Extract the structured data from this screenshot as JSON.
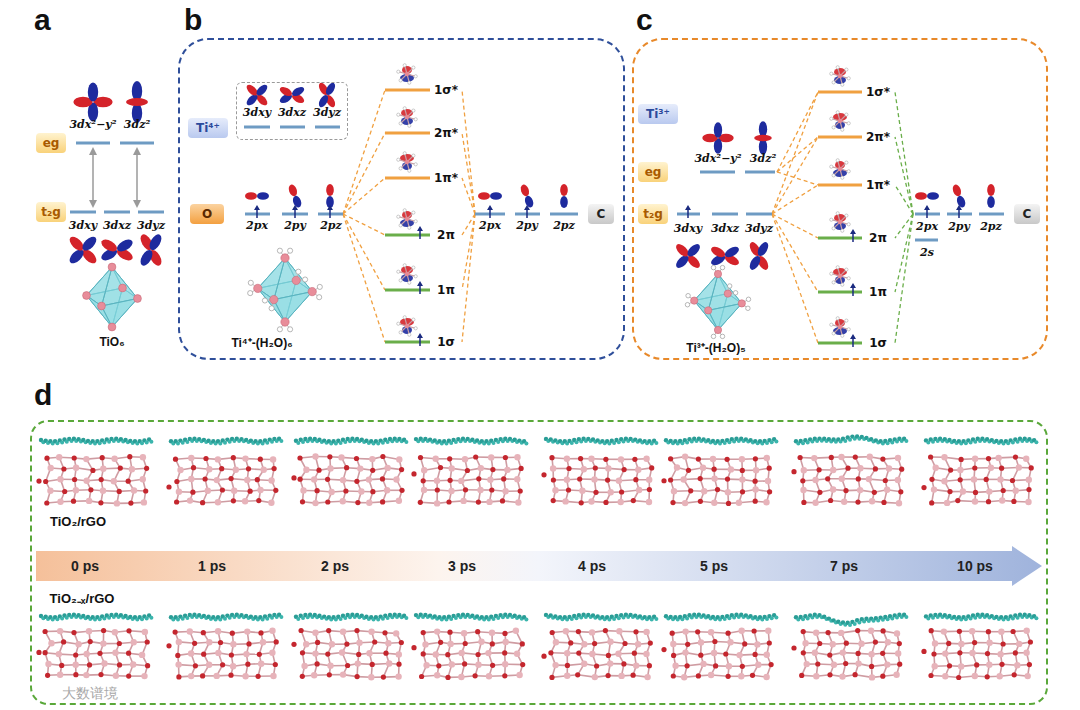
{
  "diagram": {
    "nodes": [
      {
        "text": [
          "eg"
        ]
      },
      {
        "text": [
          "t₂g"
        ]
      },
      {
        "text": [
          "Ti⁴⁺-(H₂O)₆"
        ]
      },
      {
        "text": [
          "Ti⁴⁺"
        ],
        "in": 2
      },
      {
        "text": [
          "3dxy",
          "3dxz",
          "3dyz"
        ],
        "in": 2
      },
      {
        "text": [
          "O"
        ],
        "in": 2
      },
      {
        "text": [
          "C"
        ],
        "in": 2
      },
      {
        "text": [
          "Ti³⁺-(H₂O)₅"
        ]
      },
      {
        "text": [
          "Ti³⁺"
        ],
        "in": 7
      },
      {
        "text": [
          "eg"
        ],
        "in": 7
      },
      {
        "text": [
          "t₂g"
        ],
        "in": 7
      },
      {
        "text": [
          "C"
        ],
        "in": 7
      },
      {
        "text": [
          "TiO₂/rGO",
          "TiO₂₋ₓ/rGO"
        ]
      },
      {
        "text": [
          "0 ps",
          "1 ps",
          "2 ps",
          "3 ps",
          "4 ps",
          "5 ps",
          "7 ps",
          "10 ps"
        ],
        "in": 12
      }
    ],
    "labels": [
      "a",
      "3dx²−y²",
      "3dz²",
      "3dxy",
      "3dxz",
      "3dyz",
      "TiO₆",
      "b",
      "2px",
      "2py",
      "2pz",
      "1σ*",
      "2π*",
      "1π*",
      "2π",
      "1π",
      "1σ",
      "2px",
      "2py",
      "2pz",
      "c",
      "3dx²−y²",
      "3dz²",
      "3dxy",
      "3dxz",
      "3dyz",
      "1σ*",
      "2π*",
      "1π*",
      "2π",
      "1π",
      "1σ",
      "2px",
      "2py",
      "2pz",
      "2s",
      "d",
      "大数谱境"
    ]
  }
}
